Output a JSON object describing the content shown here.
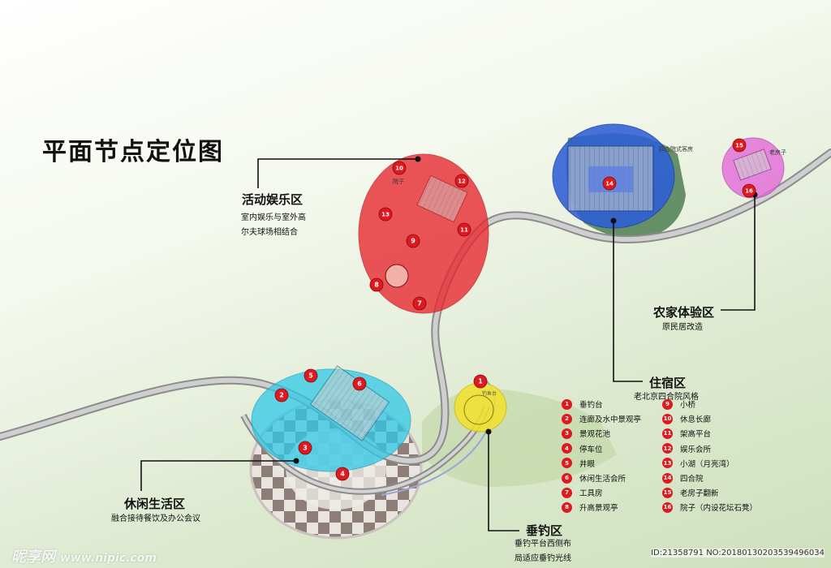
{
  "title": "平面节点定位图",
  "zones": {
    "activity": {
      "title": "活动娱乐区",
      "desc": [
        "室内娱乐与室外高",
        "尔夫球场相结合"
      ]
    },
    "farm": {
      "title": "农家体验区",
      "desc": [
        "原民居改造"
      ]
    },
    "lodging": {
      "title": "住宿区",
      "desc": [
        "老北京四合院风格"
      ]
    },
    "leisure": {
      "title": "休闲生活区",
      "desc": [
        "融合接待餐饮及办公会议"
      ]
    },
    "fishing": {
      "title": "垂钓区",
      "desc": [
        "垂钓平台西侧布",
        "局适应垂钓光线"
      ]
    }
  },
  "markers": [
    "1",
    "2",
    "3",
    "4",
    "5",
    "6",
    "7",
    "8",
    "9",
    "10",
    "11",
    "12",
    "13",
    "14",
    "15",
    "16"
  ],
  "legend": {
    "left": [
      {
        "num": "1",
        "label": "垂钓台"
      },
      {
        "num": "2",
        "label": "连廊及水中景观亭"
      },
      {
        "num": "3",
        "label": "景观花池"
      },
      {
        "num": "4",
        "label": "停车位"
      },
      {
        "num": "5",
        "label": "井眼"
      },
      {
        "num": "6",
        "label": "休闲生活会所"
      },
      {
        "num": "7",
        "label": "工具房"
      },
      {
        "num": "8",
        "label": "升高景观亭"
      }
    ],
    "right": [
      {
        "num": "9",
        "label": "小桥"
      },
      {
        "num": "10",
        "label": "休息长廊"
      },
      {
        "num": "11",
        "label": "架高平台"
      },
      {
        "num": "12",
        "label": "娱乐会所"
      },
      {
        "num": "13",
        "label": "小湖（月亮湾）"
      },
      {
        "num": "14",
        "label": "四合院"
      },
      {
        "num": "15",
        "label": "老房子翻新"
      },
      {
        "num": "16",
        "label": "院子（内设花坛石凳）"
      }
    ]
  },
  "map_labels": {
    "tingzi": "院子",
    "siheyuan": "四合院式客房",
    "laofangzi": "老房子",
    "diaoyutai": "钓鱼台"
  },
  "watermark": {
    "brand": "昵享网",
    "url": "www.nipic.com",
    "id": "ID:21358791 NO:20180130203539496034"
  },
  "colors": {
    "red_zone": "#e8262d",
    "cyan_zone": "#2fc9e8",
    "blue_zone": "#2e5fd6",
    "yellow_zone": "#f2e22a",
    "pink_zone": "#e36ad9",
    "marker": "#e0191f"
  }
}
